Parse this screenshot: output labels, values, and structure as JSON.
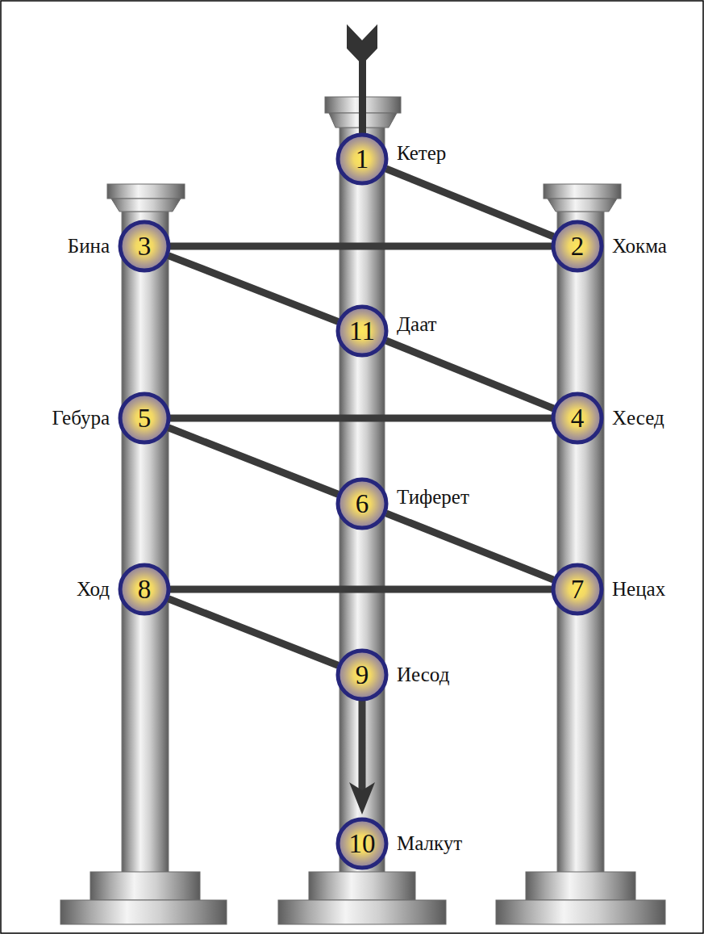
{
  "diagram": {
    "nodes": [
      {
        "text": [
          "1",
          "Кетер"
        ]
      },
      {
        "text": [
          "3",
          "Бина"
        ]
      },
      {
        "text": [
          "2",
          "Хокма"
        ]
      },
      {
        "text": [
          "11",
          "Даат"
        ]
      },
      {
        "text": [
          "5",
          "Гебура"
        ]
      },
      {
        "text": [
          "4",
          "Хесед"
        ]
      },
      {
        "text": [
          "6",
          "Тиферет"
        ]
      },
      {
        "text": [
          "8",
          "Ход"
        ]
      },
      {
        "text": [
          "7",
          "Нецах"
        ]
      },
      {
        "text": [
          "9",
          "Иесод"
        ]
      },
      {
        "text": [
          "10",
          "Малкут"
        ]
      }
    ],
    "edges": [
      {
        "from": 0,
        "to": 2,
        "arrow": "none"
      },
      {
        "from": 2,
        "to": 1,
        "arrow": "none"
      },
      {
        "from": 1,
        "to": 3,
        "arrow": "none"
      },
      {
        "from": 3,
        "to": 5,
        "arrow": "none"
      },
      {
        "from": 5,
        "to": 4,
        "arrow": "none"
      },
      {
        "from": 4,
        "to": 6,
        "arrow": "none"
      },
      {
        "from": 6,
        "to": 8,
        "arrow": "none"
      },
      {
        "from": 8,
        "to": 7,
        "arrow": "none"
      },
      {
        "from": 7,
        "to": 9,
        "arrow": "none"
      },
      {
        "from": 9,
        "to": 10,
        "arrow": "to"
      }
    ]
  }
}
